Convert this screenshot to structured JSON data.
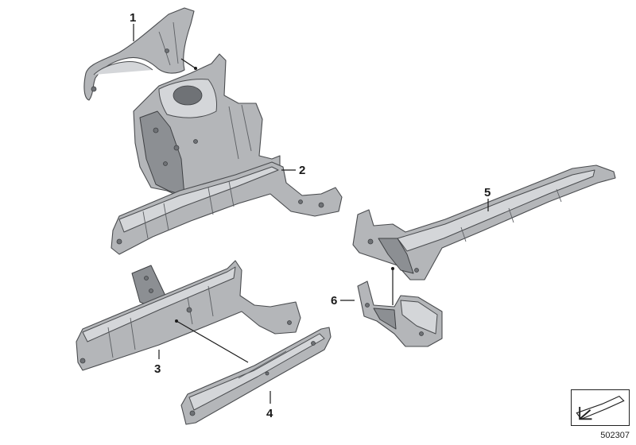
{
  "callouts": {
    "c1": "1",
    "c2": "2",
    "c3": "3",
    "c4": "4",
    "c5": "5",
    "c6": "6"
  },
  "diagram_id": "502307",
  "icons": {
    "corner": "parts-reference-arrow-icon"
  },
  "colors": {
    "metal": "#b4b6b9",
    "metal_light": "#d4d6d9",
    "metal_dark": "#8c8f93",
    "outline": "#4a4c4f"
  }
}
